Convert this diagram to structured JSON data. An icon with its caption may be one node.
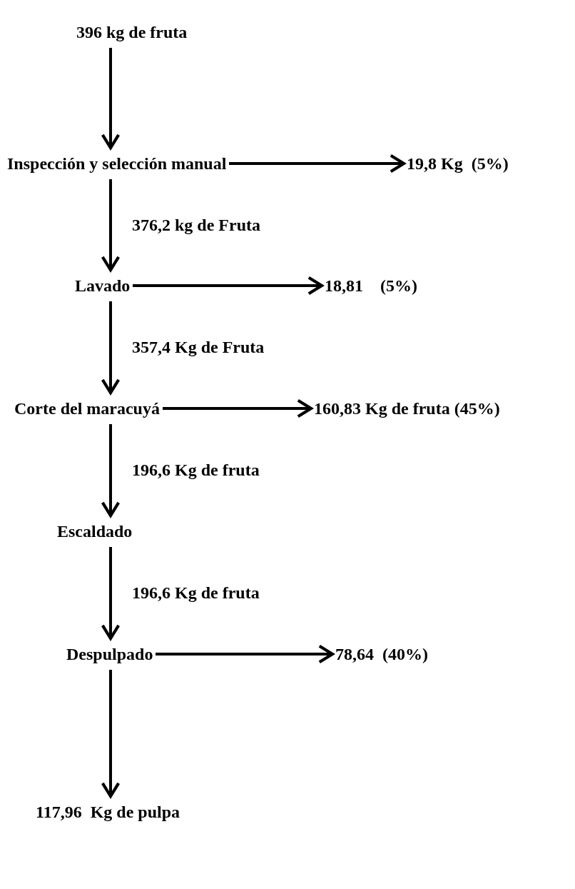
{
  "diagram": {
    "nodes": [
      {
        "text": [
          "396 kg de fruta"
        ]
      },
      {
        "text": [
          "Inspección y selección manual"
        ]
      },
      {
        "text": [
          "19,8 Kg  (5%)"
        ]
      },
      {
        "text": [
          "Lavado"
        ]
      },
      {
        "text": [
          "18,81    (5%)"
        ]
      },
      {
        "text": [
          "Corte del maracuyá"
        ]
      },
      {
        "text": [
          "160,83 Kg de fruta (45%)"
        ]
      },
      {
        "text": [
          "Escaldado"
        ]
      },
      {
        "text": [
          "Despulpado"
        ]
      },
      {
        "text": [
          "78,64  (40%)"
        ]
      },
      {
        "text": [
          "117,96  Kg de pulpa"
        ]
      }
    ],
    "edges": [
      {
        "from": 0,
        "to": 1,
        "arrow": "to"
      },
      {
        "from": 1,
        "to": 2,
        "arrow": "to"
      },
      {
        "from": 1,
        "to": 3,
        "arrow": "to",
        "label": "376,2 kg de Fruta"
      },
      {
        "from": 3,
        "to": 4,
        "arrow": "to"
      },
      {
        "from": 3,
        "to": 5,
        "arrow": "to",
        "label": "357,4 Kg de Fruta"
      },
      {
        "from": 5,
        "to": 6,
        "arrow": "to"
      },
      {
        "from": 5,
        "to": 7,
        "arrow": "to",
        "label": "196,6 Kg de fruta"
      },
      {
        "from": 7,
        "to": 8,
        "arrow": "to",
        "label": "196,6 Kg de fruta"
      },
      {
        "from": 8,
        "to": 9,
        "arrow": "to"
      },
      {
        "from": 8,
        "to": 10,
        "arrow": "to"
      }
    ]
  }
}
